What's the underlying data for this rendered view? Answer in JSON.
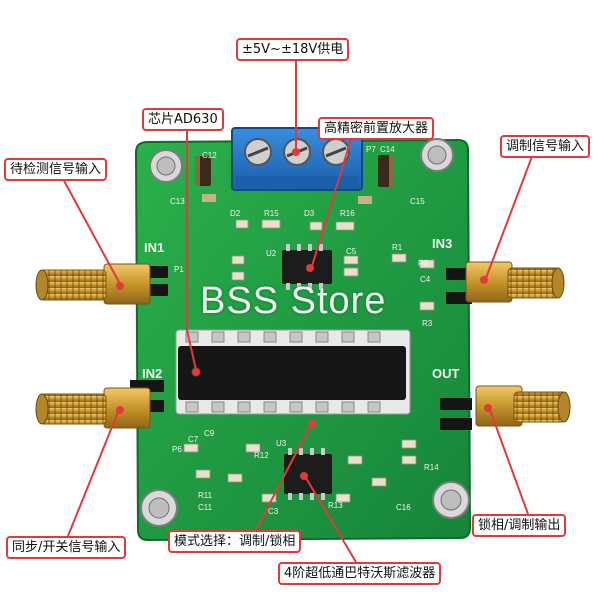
{
  "callouts": {
    "power_supply": "±5V~±18V供电",
    "chip_ad630": "芯片AD630",
    "precision_preamp": "高精密前置放大器",
    "signal_to_detect": "待检测信号输入",
    "modulation_input": "调制信号输入",
    "sync_switch_input": "同步/开关信号输入",
    "mode_select": "模式选择：调制/锁相",
    "butterworth_filter": "4阶超低通巴特沃斯滤波器",
    "lockin_output": "锁相/调制输出"
  },
  "board_labels": {
    "in1": "IN1",
    "in2": "IN2",
    "in3": "IN3",
    "out": "OUT",
    "p1": "P1",
    "p2": "P2",
    "p6": "P6",
    "p7": "P7",
    "c12": "C12",
    "c13": "C13",
    "c14": "C14",
    "c15": "C15",
    "c5": "C5",
    "c4": "C4",
    "c7": "C7",
    "c11": "C11",
    "c3": "C3",
    "c16": "C16",
    "c9": "C9",
    "r15": "R15",
    "r16": "R16",
    "r1": "R1",
    "r3": "R3",
    "r11": "R11",
    "r12": "R12",
    "r13": "R13",
    "r14": "R14",
    "d2": "D2",
    "d3": "D3",
    "u2": "U2",
    "u3": "U3"
  },
  "watermark": "BSS Store",
  "colors": {
    "pcb_green": "#1f9a3c",
    "terminal_blue": "#1f6fc4",
    "sma_gold": "#d7a93a",
    "callout_border": "#e23a3a"
  }
}
